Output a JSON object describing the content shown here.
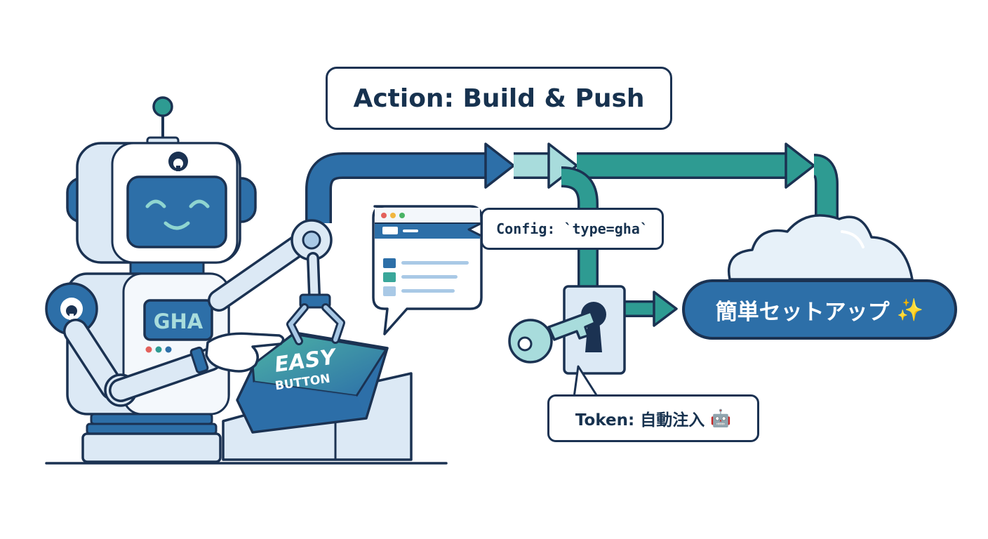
{
  "labels": {
    "action": "Action: Build & Push",
    "config": "Config: `type=gha`",
    "token": "Token: 自動注入",
    "token_emoji": "🤖",
    "setup": "簡単セットアップ",
    "setup_emoji": "✨"
  },
  "robot": {
    "chest_label": "GHA"
  },
  "button": {
    "line1": "EASY",
    "line2": "BUTTON"
  },
  "colors": {
    "navy_outline": "#1b3252",
    "pipe_blue": "#2d6fa8",
    "pipe_teal": "#2e9b92",
    "pipe_light": "#a8dcdc",
    "robot_light_blue": "#dce9f5",
    "button_green": "#3aa79a",
    "pill_blue": "#2d6fa8"
  },
  "icons": [
    "github-logo-icon",
    "smile-face-icon",
    "key-icon",
    "keyhole-icon",
    "cloud-icon",
    "robot-face-icon",
    "sparkle-icon"
  ]
}
